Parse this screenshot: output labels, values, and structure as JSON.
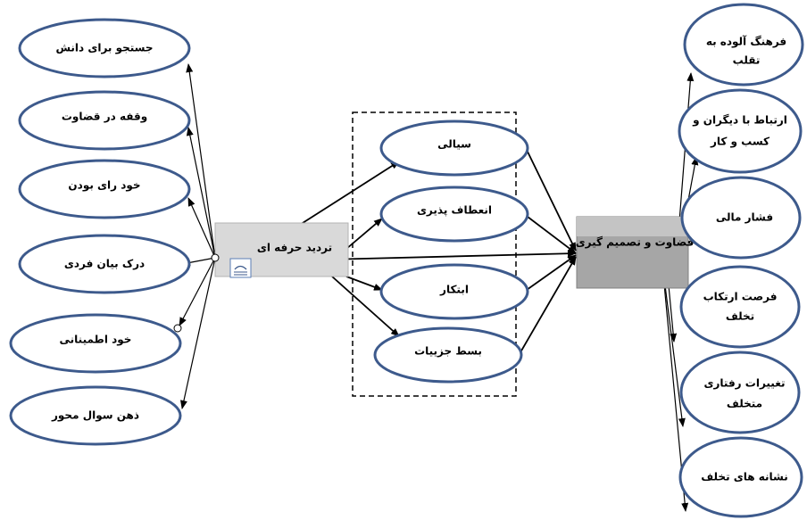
{
  "colors": {
    "ellipse_stroke": "#3d5a8c",
    "arrow": "#000000",
    "center_box_fill": "#d9d9d9",
    "center_box_border": "#b3b3b3",
    "right_box_fill": "#a6a6a6",
    "right_box_border": "#808080"
  },
  "center": {
    "label": "تردید حرفه ای",
    "icon": "document-icon"
  },
  "judgment": {
    "label": "قضاوت و تصمیم گیری"
  },
  "left_nodes": [
    {
      "label": "جستجو برای دانش"
    },
    {
      "label": "وقفه در قضاوت"
    },
    {
      "label": "خود رای بودن"
    },
    {
      "label": "درک بیان فردی"
    },
    {
      "label": "خود اطمینانی"
    },
    {
      "label": "ذهن سوال محور"
    }
  ],
  "middle_nodes": [
    {
      "label": "سیالی"
    },
    {
      "label": "انعطاف پذیری"
    },
    {
      "label": "ابتکار"
    },
    {
      "label": "بسط جزییات"
    }
  ],
  "right_nodes": [
    {
      "line1": "فرهنگ آلوده به",
      "line2": "تقلب"
    },
    {
      "line1": "ارتباط با دیگران و",
      "line2": "کسب و کار"
    },
    {
      "line1": "فشار مالی",
      "line2": ""
    },
    {
      "line1": "فرصت ارتکاب",
      "line2": "تخلف"
    },
    {
      "line1": "تغییرات رفتاری",
      "line2": "متخلف"
    },
    {
      "line1": "نشانه های تخلف",
      "line2": ""
    }
  ]
}
